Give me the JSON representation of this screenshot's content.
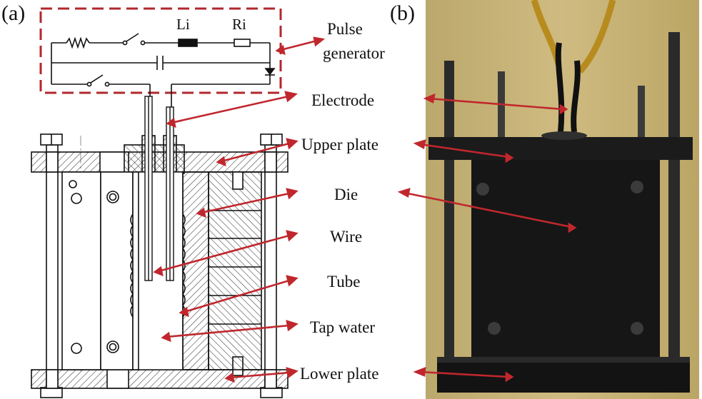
{
  "panel_a_label": "(a)",
  "panel_b_label": "(b)",
  "circuit": {
    "inductor_label": "Li",
    "resistor_label": "Ri"
  },
  "labels": {
    "pulse_generator_line1": "Pulse",
    "pulse_generator_line2": "generator",
    "electrode": "Electrode",
    "upper_plate": "Upper plate",
    "die": "Die",
    "wire": "Wire",
    "tube": "Tube",
    "tap_water": "Tap water",
    "lower_plate": "Lower plate"
  },
  "colors": {
    "arrow": "#c0272d",
    "dashed_box": "#b1282e",
    "hatch": "#444444"
  }
}
